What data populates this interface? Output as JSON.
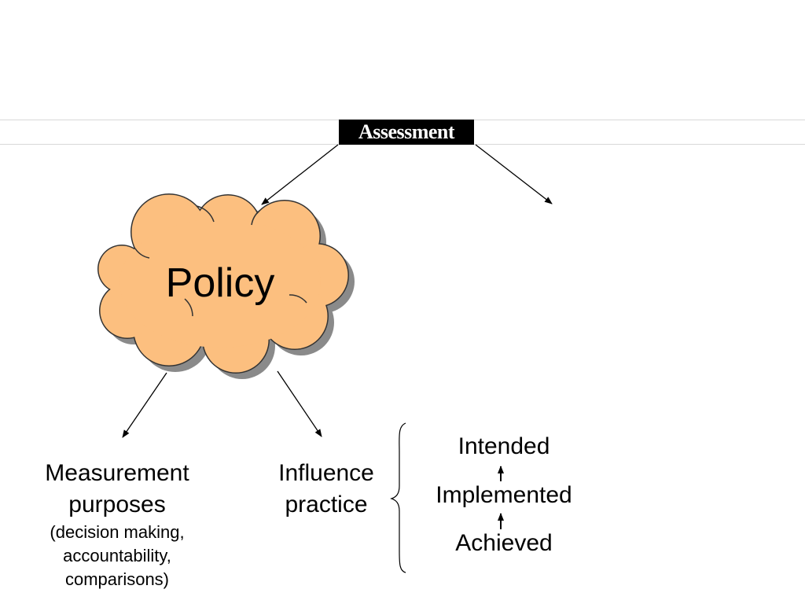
{
  "title_box": {
    "label": "Assessment"
  },
  "cloud": {
    "label": "Policy",
    "fill_color": "#fcbf7f",
    "shadow_color": "#8a8a8a"
  },
  "measurement": {
    "line1": "Measurement",
    "line2": "purposes",
    "detail1": "(decision making,",
    "detail2": "accountability,",
    "detail3": "comparisons)"
  },
  "influence": {
    "line1": "Influence",
    "line2": "practice"
  },
  "stages": {
    "intended": "Intended",
    "implemented": "Implemented",
    "achieved": "Achieved"
  }
}
